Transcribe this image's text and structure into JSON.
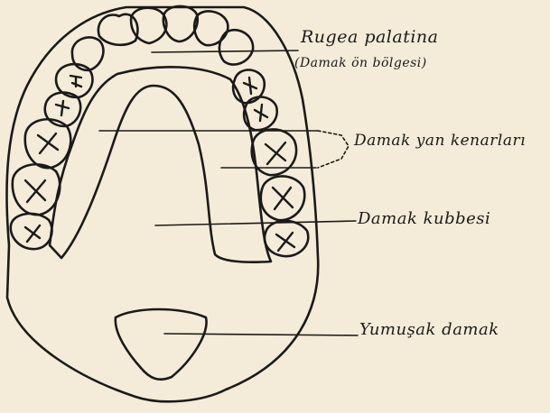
{
  "labels": {
    "rugea_palatina": "Rugea palatina",
    "rugea_subtitle": "(Damak ön bölgesi)",
    "damak_yan_kenarlari": "Damak yan kenarları",
    "damak_kubbesi": "Damak kubbesi",
    "yumusak_damak": "Yumuşak damak"
  },
  "colors": {
    "paper": "#f4ecd8",
    "ink": "#1a1a1a"
  }
}
